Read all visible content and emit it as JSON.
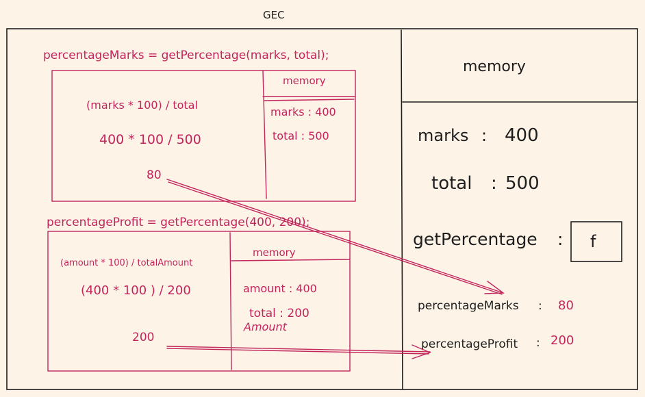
{
  "gec_label": "GEC",
  "global_memory": {
    "title": "memory",
    "entries": [
      {
        "key": "marks",
        "sep": ":",
        "value": "400"
      },
      {
        "key": "total",
        "sep": ":",
        "value": "500"
      },
      {
        "key": "getPercentage",
        "sep": ":",
        "value": "f"
      },
      {
        "key": "percentageMarks",
        "sep": ":",
        "value": "80"
      },
      {
        "key": "percentageProfit",
        "sep": ":",
        "value": "200"
      }
    ]
  },
  "call1": {
    "statement": "percentageMarks = getPercentage(marks, total);",
    "code_lines": [
      "(marks * 100) / total",
      "400 * 100 / 500",
      "80"
    ],
    "memory_title": "memory",
    "memory_lines": [
      "marks : 400",
      "total : 500"
    ]
  },
  "call2": {
    "statement": "percentageProfit = getPercentage(400, 200);",
    "code_lines": [
      "(amount * 100) / totalAmount",
      "(400 * 100 ) / 200",
      "200"
    ],
    "memory_title": "memory",
    "memory_lines": [
      "amount : 400",
      "total : 200",
      "Amount"
    ]
  },
  "colors": {
    "ink": "#1e1e1e",
    "accent": "#c2255c",
    "paper": "#fdf3e7"
  }
}
